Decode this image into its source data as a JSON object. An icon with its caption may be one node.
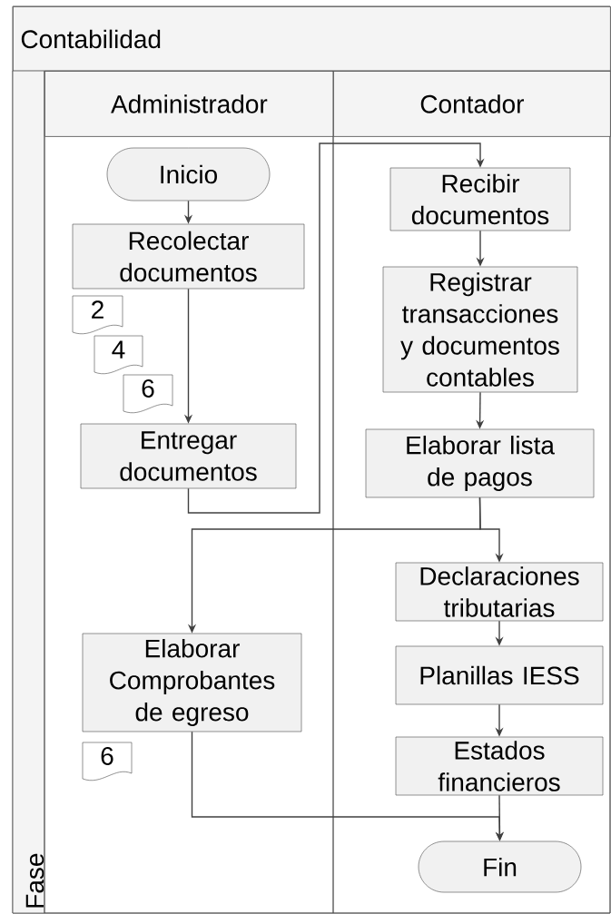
{
  "diagram": {
    "nodes": [
      {
        "text": [
          "Contabilidad"
        ]
      },
      {
        "text": [
          "Fase"
        ],
        "in": 0
      },
      {
        "text": [
          "Administrador"
        ],
        "in": 0
      },
      {
        "text": [
          "Contador"
        ],
        "in": 0
      },
      {
        "text": [
          "Inicio"
        ],
        "in": 2
      },
      {
        "text": [
          "Recolectar documentos"
        ],
        "in": 2
      },
      {
        "text": [
          "2"
        ],
        "in": 2
      },
      {
        "text": [
          "4"
        ],
        "in": 2
      },
      {
        "text": [
          "6"
        ],
        "in": 2
      },
      {
        "text": [
          "Entregar documentos"
        ],
        "in": 2
      },
      {
        "text": [
          "Elaborar Comprobantes de egreso"
        ],
        "in": 2
      },
      {
        "text": [
          "6"
        ],
        "in": 2
      },
      {
        "text": [
          "Recibir documentos"
        ],
        "in": 3
      },
      {
        "text": [
          "Registrar transacciones y documentos contables"
        ],
        "in": 3
      },
      {
        "text": [
          "Elaborar lista de pagos"
        ],
        "in": 3
      },
      {
        "text": [
          "Declaraciones tributarias"
        ],
        "in": 3
      },
      {
        "text": [
          "Planillas IESS"
        ],
        "in": 3
      },
      {
        "text": [
          "Estados financieros"
        ],
        "in": 3
      },
      {
        "text": [
          "Fin"
        ],
        "in": 3
      }
    ],
    "edges": [
      {
        "from": 4,
        "to": 5,
        "arrow": "to"
      },
      {
        "from": 5,
        "to": 9,
        "arrow": "to"
      },
      {
        "from": 9,
        "to": 12,
        "arrow": "to"
      },
      {
        "from": 12,
        "to": 13,
        "arrow": "to"
      },
      {
        "from": 13,
        "to": 14,
        "arrow": "to"
      },
      {
        "from": 14,
        "to": 15,
        "arrow": "to"
      },
      {
        "from": 14,
        "to": 10,
        "arrow": "to"
      },
      {
        "from": 15,
        "to": 16,
        "arrow": "to"
      },
      {
        "from": 16,
        "to": 17,
        "arrow": "to"
      },
      {
        "from": 17,
        "to": 18,
        "arrow": "to"
      },
      {
        "from": 10,
        "to": 18,
        "arrow": "to"
      }
    ]
  }
}
